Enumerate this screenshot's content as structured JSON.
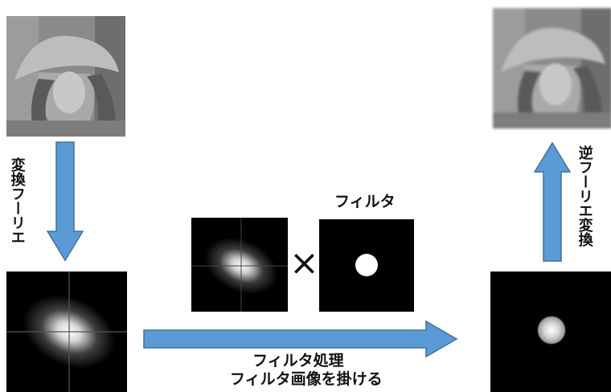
{
  "labels": {
    "fourier_transform_line1": "フーリエ",
    "fourier_transform_line2": "変換",
    "filter_title": "フィルタ",
    "multiply_symbol": "×",
    "process_line1": "フィルタ処理",
    "process_line2": "フィルタ画像を掛ける",
    "inverse_transform": "逆フーリエ変換"
  },
  "colors": {
    "arrow_fill": "#5b9bd5",
    "arrow_stroke": "#41719c",
    "background": "#ffffff"
  }
}
